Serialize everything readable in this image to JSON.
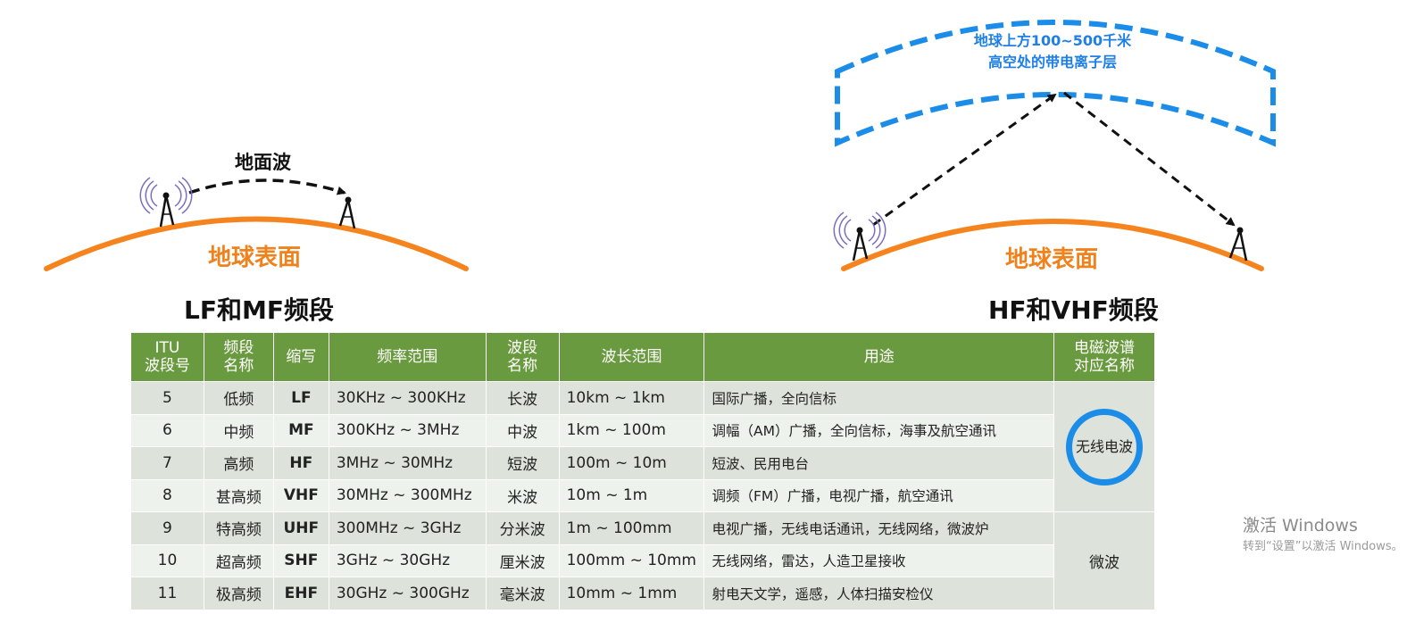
{
  "left_diagram": {
    "wave_label": "地面波",
    "earth_label": "地球表面",
    "band_title": "LF和MF频段"
  },
  "right_diagram": {
    "ionosphere_line1": "地球上方100~500千米",
    "ionosphere_line2": "高空处的带电离子层",
    "earth_label": "地球表面",
    "band_title": "HF和VHF频段"
  },
  "table": {
    "headers": [
      "ITU\n波段号",
      "频段\n名称",
      "缩写",
      "频率范围",
      "波段\n名称",
      "波长范围",
      "用途",
      "电磁波谱\n对应名称"
    ],
    "rows": [
      [
        "5",
        "低频",
        "LF",
        "30KHz ~ 300KHz",
        "长波",
        "10km ~ 1km",
        "国际广播，全向信标"
      ],
      [
        "6",
        "中频",
        "MF",
        "300KHz ~ 3MHz",
        "中波",
        "1km ~ 100m",
        "调幅（AM）广播，全向信标，海事及航空通讯"
      ],
      [
        "7",
        "高频",
        "HF",
        "3MHz ~ 30MHz",
        "短波",
        "100m ~ 10m",
        "短波、民用电台"
      ],
      [
        "8",
        "甚高频",
        "VHF",
        "30MHz ~ 300MHz",
        "米波",
        "10m ~ 1m",
        "调频（FM）广播，电视广播，航空通讯"
      ],
      [
        "9",
        "特高频",
        "UHF",
        "300MHz ~ 3GHz",
        "分米波",
        "1m ~ 100mm",
        "电视广播，无线电话通讯，无线网络，微波炉"
      ],
      [
        "10",
        "超高频",
        "SHF",
        "3GHz ~ 30GHz",
        "厘米波",
        "100mm ~ 10mm",
        "无线网络，雷达，人造卫星接收"
      ],
      [
        "11",
        "极高频",
        "EHF",
        "30GHz ~ 300GHz",
        "毫米波",
        "10mm ~ 1mm",
        "射电天文学，遥感，人体扫描安检仪"
      ]
    ],
    "spectrum_groups": [
      "无线电波",
      "微波"
    ]
  },
  "watermark": {
    "line1": "激活 Windows",
    "line2": "转到“设置”以激活 Windows。"
  },
  "colors": {
    "earth": "#f5841f",
    "ionosphere": "#1b8de8",
    "header_bg": "#6a9a3f",
    "row_bg": "#dde3da"
  }
}
